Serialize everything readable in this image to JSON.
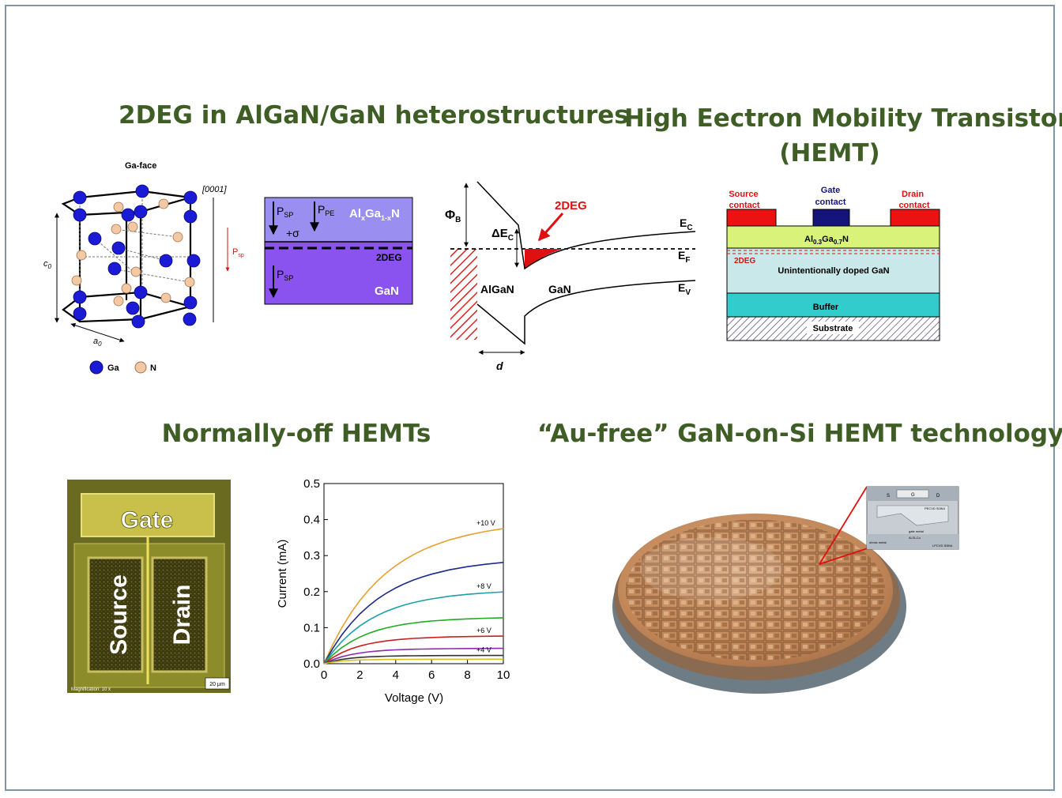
{
  "titles": {
    "t1": "2DEG in AlGaN/GaN heterostructures",
    "t2_line1": "High Eectron Mobility Transistor",
    "t2_line2": "(HEMT)",
    "t3": "Normally-off HEMTs",
    "t4": "“Au-free” GaN-on-Si HEMT technology"
  },
  "crystal": {
    "face": "Ga-face",
    "direction": "[0001]",
    "psp": "P",
    "psp_sub": "sp",
    "c0": "c",
    "c0_sub": "0",
    "a0": "a",
    "a0_sub": "0",
    "legend_ga": "Ga",
    "legend_n": "N",
    "ga_color": "#1b1bd6",
    "n_color": "#f3c9a3"
  },
  "polarization": {
    "psp_top": "P",
    "psp_top_sub": "SP",
    "ppe": "P",
    "ppe_sub": "PE",
    "alloy_a": "Al",
    "alloy_x": "x",
    "alloy_b": "Ga",
    "alloy_1x": "1-x",
    "alloy_c": "N",
    "sigma": "+σ",
    "twodeg": "2DEG",
    "psp_bottom": "P",
    "psp_bottom_sub": "SP",
    "gan": "GaN",
    "top_color": "#9a8ff0",
    "bottom_color": "#8a52ee"
  },
  "band": {
    "phi": "Φ",
    "phi_sub": "B",
    "dec": "ΔE",
    "dec_sub": "C",
    "twodeg": "2DEG",
    "ec": "E",
    "ec_sub": "C",
    "ef": "E",
    "ef_sub": "F",
    "ev": "E",
    "ev_sub": "V",
    "algan": "AlGaN",
    "gan": "GaN",
    "d": "d",
    "red": "#e01010"
  },
  "hemt": {
    "source": "Source",
    "source2": "contact",
    "gate": "Gate",
    "gate2": "contact",
    "drain": "Drain",
    "drain2": "contact",
    "algan_a": "Al",
    "algan_x": "0.3",
    "algan_b": "Ga",
    "algan_y": "0.7",
    "algan_c": "N",
    "twodeg": "2DEG",
    "gan": "Unintentionally doped GaN",
    "buffer": "Buffer",
    "substrate": "Substrate",
    "algan_color": "#d9f27a",
    "gan_color": "#c9e8ea",
    "buffer_color": "#33cccc",
    "contact_color": "#ee1111",
    "gate_color": "#14147a"
  },
  "micrograph": {
    "gate": "Gate",
    "source": "Source",
    "drain": "Drain",
    "scale": "20 μm",
    "magnification": "Magnification: 10 x"
  },
  "wafer": {
    "inset_labels": [
      "S",
      "G",
      "D",
      "PECVD Si3N4",
      "gate metal",
      "ohmic metal",
      "Al-Si-Cu",
      "LPCVD Si3N4"
    ]
  },
  "chart_data": {
    "type": "line",
    "xlabel": "Voltage (V)",
    "ylabel": "Current (mA)",
    "xlim": [
      0,
      10
    ],
    "ylim": [
      0,
      0.5
    ],
    "xticks": [
      0,
      2,
      4,
      6,
      8,
      10
    ],
    "yticks": [
      "0.0",
      "0.1",
      "0.2",
      "0.3",
      "0.4",
      "0.5"
    ],
    "x": [
      0,
      0.5,
      1,
      1.5,
      2,
      2.5,
      3,
      3.5,
      4,
      4.5,
      5,
      5.5,
      6,
      7,
      8,
      9,
      10
    ],
    "series": [
      {
        "name": "+10 V",
        "color": "#e8a030",
        "sat": 0.378,
        "k": 0.22
      },
      {
        "name": "",
        "color": "#1c2a8a",
        "sat": 0.28,
        "k": 0.24
      },
      {
        "name": "+8 V",
        "color": "#1aa0a8",
        "sat": 0.196,
        "k": 0.27
      },
      {
        "name": "",
        "color": "#22aa22",
        "sat": 0.124,
        "k": 0.32
      },
      {
        "name": "+6 V",
        "color": "#cc2020",
        "sat": 0.074,
        "k": 0.38
      },
      {
        "name": "",
        "color": "#8a2bb0",
        "sat": 0.041,
        "k": 0.45
      },
      {
        "name": "+4 V",
        "color": "#333333",
        "sat": 0.022,
        "k": 0.55
      },
      {
        "name": "",
        "color": "#d8c020",
        "sat": 0.012,
        "k": 0.7
      }
    ]
  }
}
